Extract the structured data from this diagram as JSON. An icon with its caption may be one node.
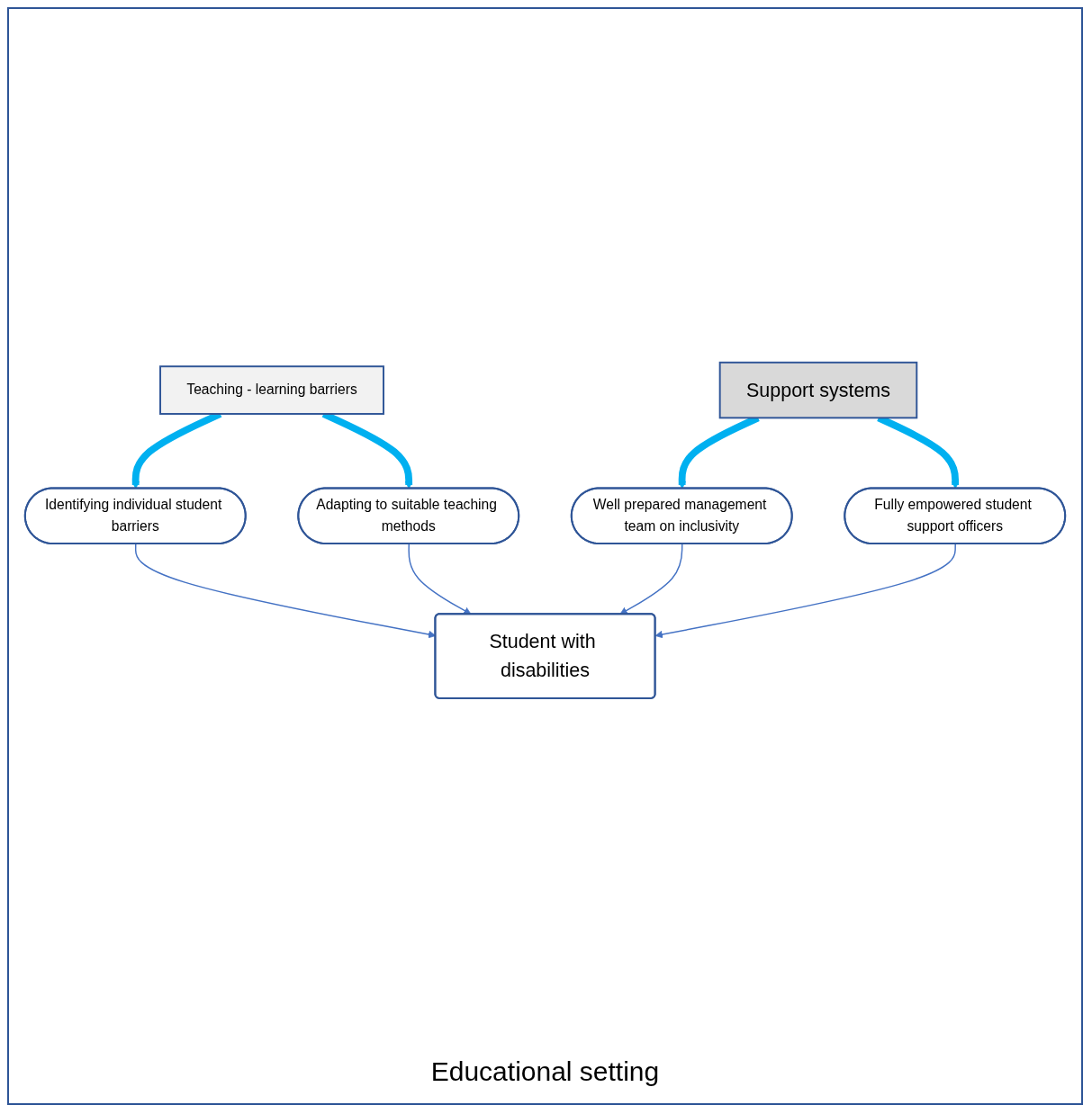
{
  "diagram": {
    "nodes": [
      {
        "text": [
          "Teaching - learning barriers"
        ]
      },
      {
        "text": [
          "Identifying individual student barriers"
        ]
      },
      {
        "text": [
          "Adapting to suitable teaching methods"
        ]
      },
      {
        "text": [
          "Student with disabilities"
        ]
      },
      {
        "text": [
          "Well prepared management team on inclusivity"
        ]
      },
      {
        "text": [
          "Fully empowered student support officers"
        ]
      },
      {
        "text": [
          "Support systems"
        ]
      }
    ],
    "edges": [
      {
        "from": 0,
        "to": 1,
        "arrow": "to",
        "style": "thick",
        "color": "#00b0f0"
      },
      {
        "from": 0,
        "to": 2,
        "arrow": "to",
        "style": "thick",
        "color": "#00b0f0"
      },
      {
        "from": 1,
        "to": 3,
        "arrow": "to"
      },
      {
        "from": 2,
        "to": 3,
        "arrow": "to"
      },
      {
        "from": 4,
        "to": 3,
        "arrow": "to"
      },
      {
        "from": 5,
        "to": 3,
        "arrow": "to"
      },
      {
        "from": 6,
        "to": 4,
        "arrow": "to",
        "style": "thick",
        "color": "#00b0f0"
      },
      {
        "from": 6,
        "to": 5,
        "arrow": "to",
        "style": "thick",
        "color": "#00b0f0"
      }
    ],
    "labels": [
      "Educational setting"
    ]
  }
}
